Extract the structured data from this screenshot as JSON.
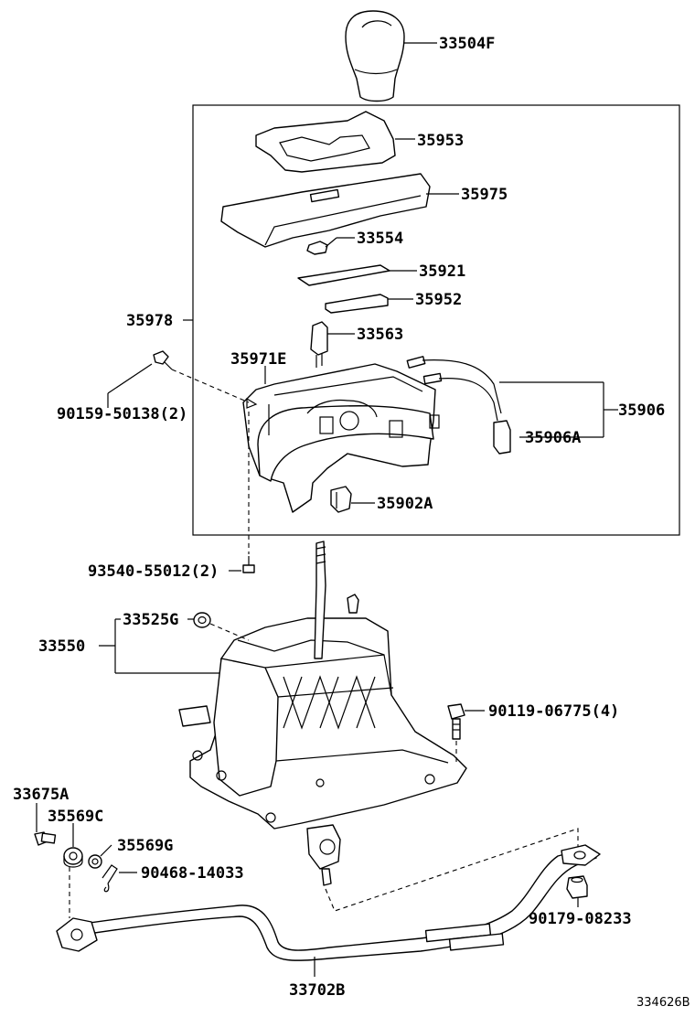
{
  "diagram": {
    "ref_code": "334626B",
    "labels": {
      "p33504F": "33504F",
      "p35953": "35953",
      "p35975": "35975",
      "p33554": "33554",
      "p35921": "35921",
      "p35952": "35952",
      "p35978": "35978",
      "p33563": "33563",
      "p35971E": "35971E",
      "p90159": "90159-50138(2)",
      "p35906": "35906",
      "p35906A": "35906A",
      "p35902A": "35902A",
      "p93540": "93540-55012(2)",
      "p33525G": "33525G",
      "p33550": "33550",
      "p90119": "90119-06775(4)",
      "p33675A": "33675A",
      "p35569C": "35569C",
      "p35569G": "35569G",
      "p90468": "90468-14033",
      "p90179": "90179-08233",
      "p33702B": "33702B"
    }
  }
}
